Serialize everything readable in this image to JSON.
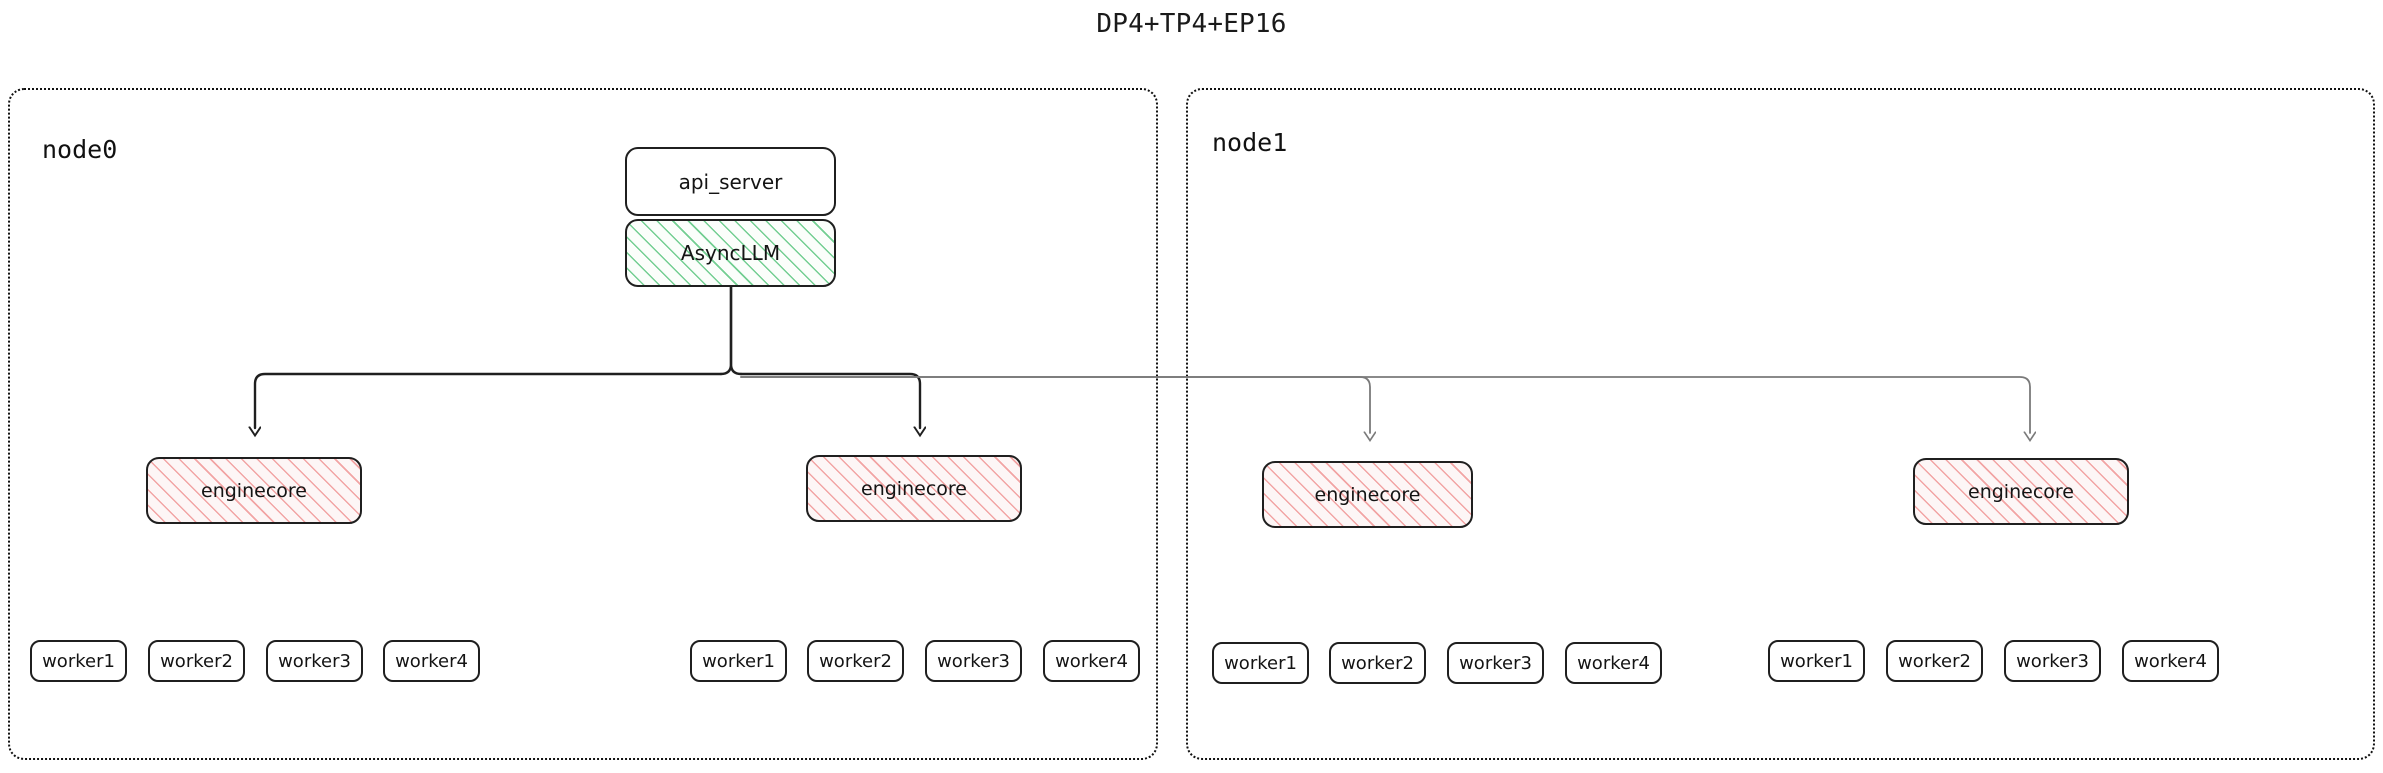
{
  "title": "DP4+TP4+EP16",
  "colors": {
    "node_border": "#111111",
    "box_border": "#1f1f1f",
    "async_hatch": "#6ccc8c",
    "engine_hatch": "#f09696",
    "edge_dark": "#1f1f1f",
    "edge_light": "#7a7a7a",
    "background": "#ffffff",
    "text": "#141414"
  },
  "nodes": [
    {
      "id": "node0",
      "label": "node0"
    },
    {
      "id": "node1",
      "label": "node1"
    }
  ],
  "blocks": {
    "api_server": "api_server",
    "async_llm": "AsyncLLM"
  },
  "enginecores": [
    {
      "label": "enginecore",
      "node": "node0"
    },
    {
      "label": "enginecore",
      "node": "node0"
    },
    {
      "label": "enginecore",
      "node": "node1"
    },
    {
      "label": "enginecore",
      "node": "node1"
    }
  ],
  "worker_groups": [
    {
      "node": "node0",
      "workers": [
        "worker1",
        "worker2",
        "worker3",
        "worker4"
      ]
    },
    {
      "node": "node0",
      "workers": [
        "worker1",
        "worker2",
        "worker3",
        "worker4"
      ]
    },
    {
      "node": "node1",
      "workers": [
        "worker1",
        "worker2",
        "worker3",
        "worker4"
      ]
    },
    {
      "node": "node1",
      "workers": [
        "worker1",
        "worker2",
        "worker3",
        "worker4"
      ]
    }
  ]
}
